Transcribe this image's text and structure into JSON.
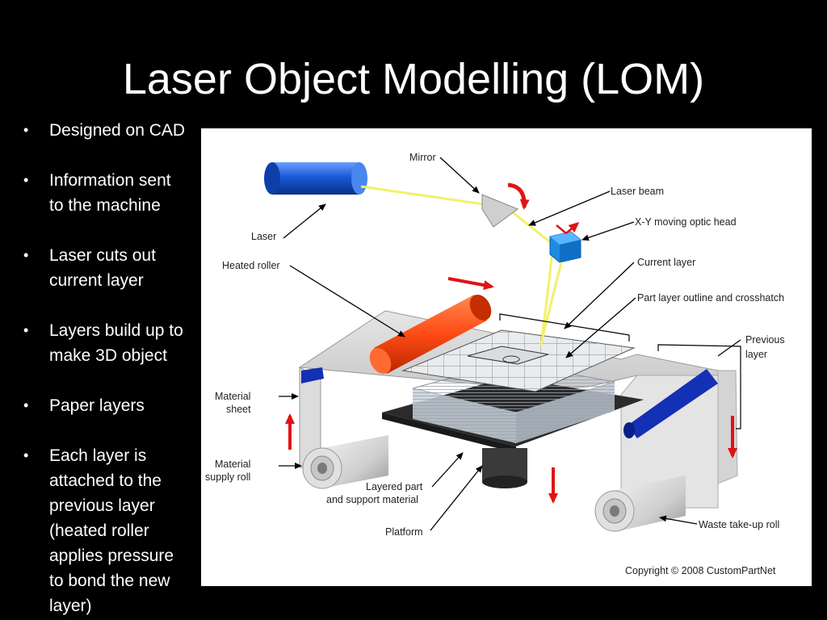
{
  "slide": {
    "title": "Laser Object Modelling (LOM)",
    "bullet_symbol": "•",
    "bullets": [
      {
        "lines": [
          "Designed on CAD"
        ]
      },
      {
        "lines": [
          "Information sent",
          "to the machine"
        ]
      },
      {
        "lines": [
          "Laser cuts out",
          "current layer"
        ]
      },
      {
        "lines": [
          "Layers build up to",
          "make 3D object"
        ]
      },
      {
        "lines": [
          "Paper layers"
        ]
      },
      {
        "lines": [
          "Each layer is",
          "attached to the",
          "previous layer",
          "(heated roller",
          "applies pressure",
          "to bond the new",
          "layer)"
        ]
      }
    ]
  },
  "diagram": {
    "labels": {
      "mirror": [
        "Mirror"
      ],
      "laser_beam": [
        "Laser beam"
      ],
      "optic_head": [
        "X-Y moving optic head"
      ],
      "laser": [
        "Laser"
      ],
      "heated_roller": [
        "Heated roller"
      ],
      "current_layer": [
        "Current layer"
      ],
      "part_outline": [
        "Part layer outline and crosshatch"
      ],
      "previous_layer": [
        "Previous",
        "layer"
      ],
      "material_sheet": [
        "Material",
        "sheet"
      ],
      "supply_roll": [
        "Material",
        "supply roll"
      ],
      "layered_part": [
        "Layered part",
        "and support material"
      ],
      "platform": [
        "Platform"
      ],
      "waste_roll": [
        "Waste take-up roll"
      ]
    },
    "copyright": "Copyright © 2008 CustomPartNet",
    "colors": {
      "laser_body": "#1a5ad6",
      "beam": "#f4f06a",
      "heated_roller": "#ff4a14",
      "arrow_red": "#e01414",
      "blue_roller": "#1430b4",
      "optic_head": "#1e8ae0",
      "platform": "#2b2b2b"
    }
  }
}
